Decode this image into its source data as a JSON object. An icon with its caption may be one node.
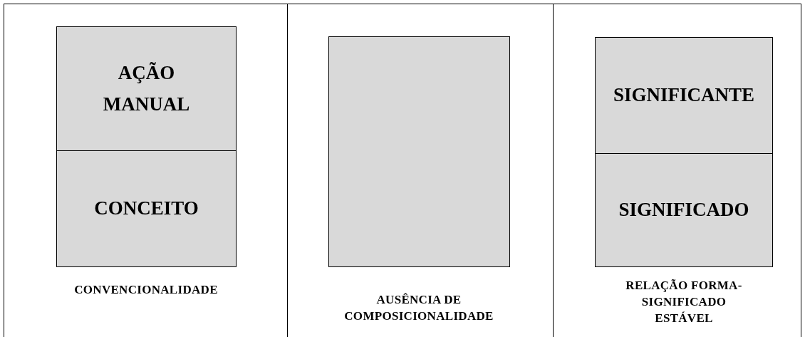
{
  "diagram": {
    "nodes": [
      {
        "text": [
          "AÇÃO MANUAL"
        ]
      },
      {
        "text": [
          "CONCEITO"
        ]
      },
      {
        "text": [],
        "shape": "box"
      },
      {
        "text": [
          "SIGNIFICANTE"
        ]
      },
      {
        "text": [
          "SIGNIFICADO"
        ]
      }
    ],
    "labels": [
      "CONVENCIONALIDADE",
      "AUSÊNCIA DE COMPOSICIONALIDADE",
      "RELAÇÃO FORMA-SIGNIFICADO ESTÁVEL"
    ]
  }
}
